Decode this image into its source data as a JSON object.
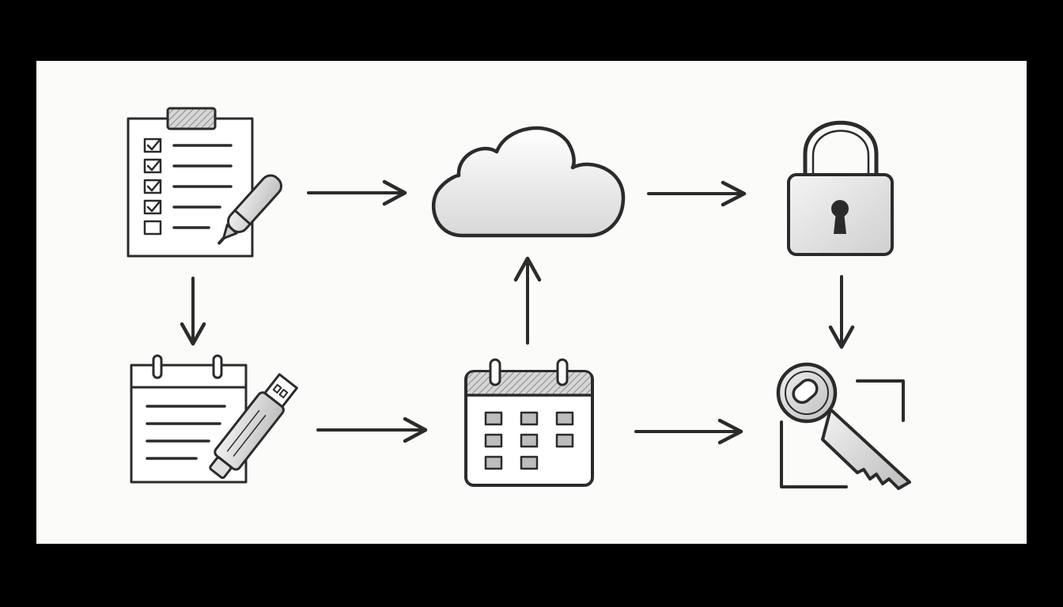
{
  "diagram": {
    "style": "hand-drawn pencil sketch",
    "colors": {
      "frame": "#000000",
      "paper": "#fbfbf9",
      "ink": "#2b2b2b",
      "shade": "#c9c9c9",
      "light_shade": "#e6e6e6"
    },
    "nodes": [
      {
        "id": "checklist",
        "icon": "clipboard-checklist-with-pen-icon"
      },
      {
        "id": "cloud",
        "icon": "cloud-icon"
      },
      {
        "id": "padlock",
        "icon": "padlock-icon"
      },
      {
        "id": "notepad",
        "icon": "notepad-with-usb-drive-icon"
      },
      {
        "id": "calendar",
        "icon": "calendar-icon"
      },
      {
        "id": "key",
        "icon": "key-icon"
      }
    ],
    "edges": [
      {
        "from": "checklist",
        "to": "cloud",
        "direction": "right"
      },
      {
        "from": "cloud",
        "to": "padlock",
        "direction": "right"
      },
      {
        "from": "checklist",
        "to": "notepad",
        "direction": "down"
      },
      {
        "from": "notepad",
        "to": "calendar",
        "direction": "right"
      },
      {
        "from": "calendar",
        "to": "cloud",
        "direction": "up"
      },
      {
        "from": "calendar",
        "to": "key",
        "direction": "right"
      },
      {
        "from": "padlock",
        "to": "key",
        "direction": "down"
      }
    ]
  }
}
